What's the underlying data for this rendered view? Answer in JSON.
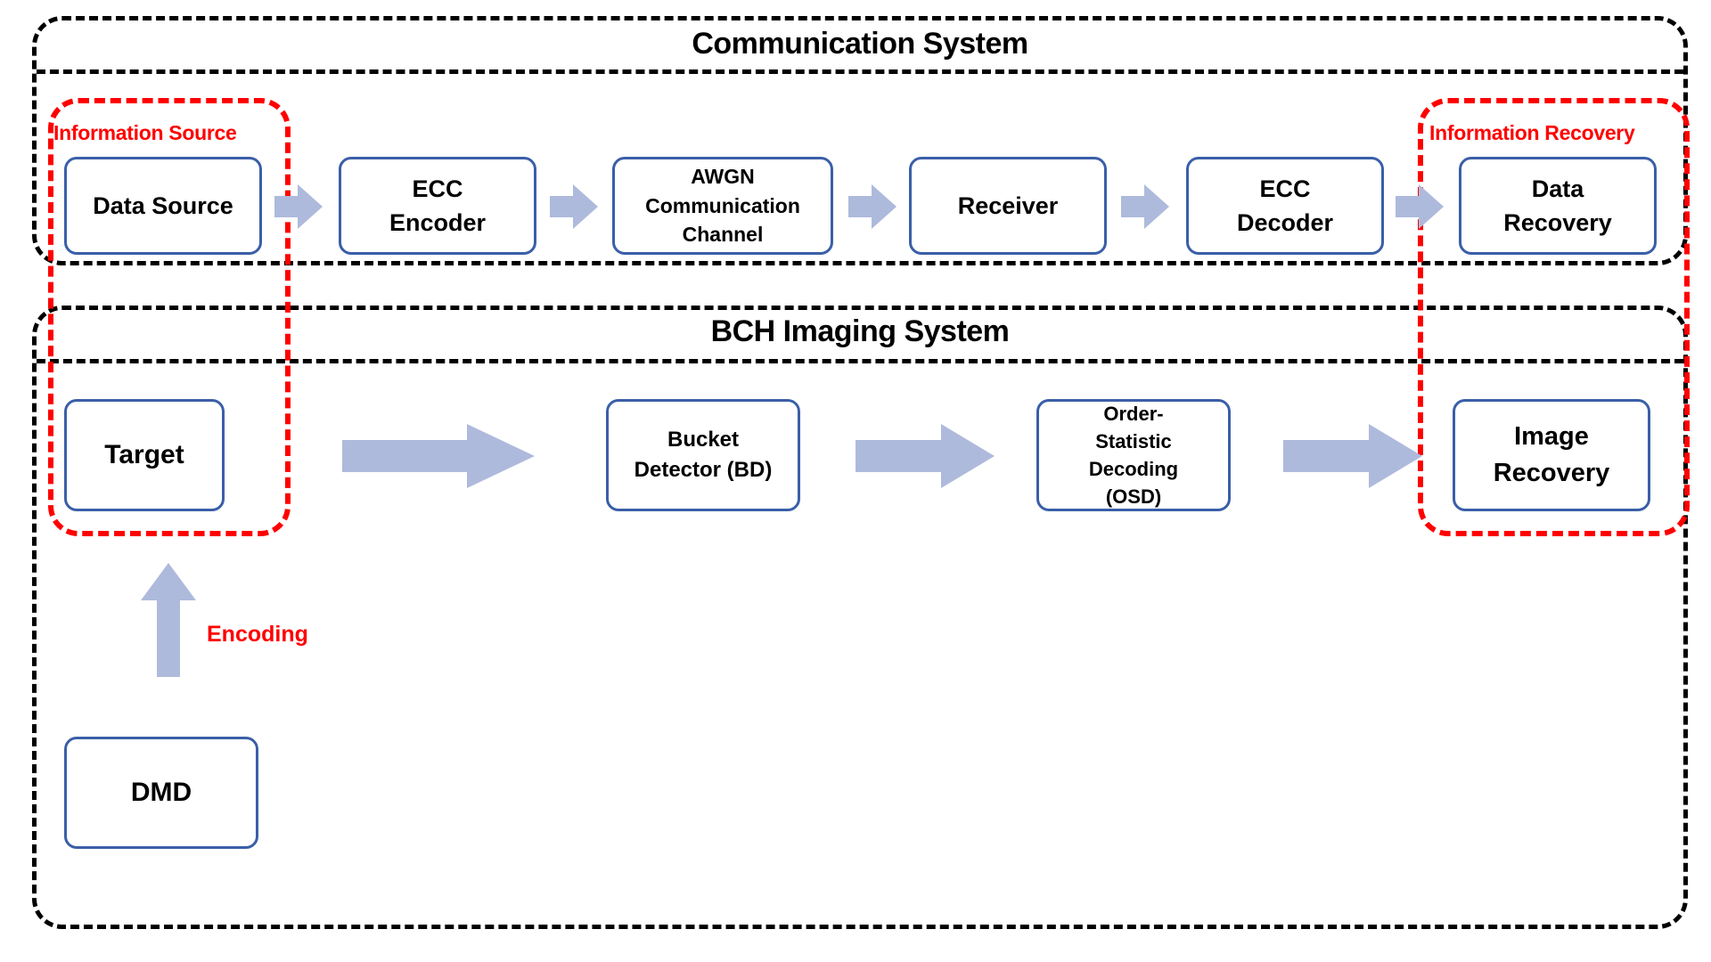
{
  "diagram": {
    "title_communication_system": "Communication System",
    "title_bch_imaging_system": "BCH Imaging System",
    "caption_information_source": "Information Source",
    "caption_information_recovery": "Information Recovery",
    "label_encoding": "Encoding"
  },
  "colors": {
    "node_border": "#3A5FA8",
    "arrow_fill": "#AEBADC",
    "group_black": "#000000",
    "group_red": "#FF0000",
    "text": "#000000",
    "background": "#FFFFFF"
  },
  "communication_row": {
    "nodes": [
      {
        "id": "data-source",
        "lines": [
          "Data Source"
        ]
      },
      {
        "id": "ecc-encoder",
        "lines": [
          "ECC",
          "Encoder"
        ]
      },
      {
        "id": "awgn-communication-channel",
        "lines": [
          "AWGN",
          "Communication",
          "Channel"
        ]
      },
      {
        "id": "receiver",
        "lines": [
          "Receiver"
        ]
      },
      {
        "id": "ecc-decoder",
        "lines": [
          "ECC",
          "Decoder"
        ]
      },
      {
        "id": "data-recovery",
        "lines": [
          "Data",
          "Recovery"
        ]
      }
    ]
  },
  "imaging_row": {
    "nodes": [
      {
        "id": "target",
        "lines": [
          "Target"
        ]
      },
      {
        "id": "bucket-detector",
        "lines": [
          "Bucket",
          "Detector (BD)"
        ]
      },
      {
        "id": "order-statistic-decoding",
        "lines": [
          "Order-",
          "Statistic",
          "Decoding",
          "(OSD)"
        ]
      },
      {
        "id": "image-recovery",
        "lines": [
          "Image",
          "Recovery"
        ]
      }
    ]
  },
  "imaging_extra": {
    "dmd": {
      "id": "dmd",
      "lines": [
        "DMD"
      ]
    }
  }
}
